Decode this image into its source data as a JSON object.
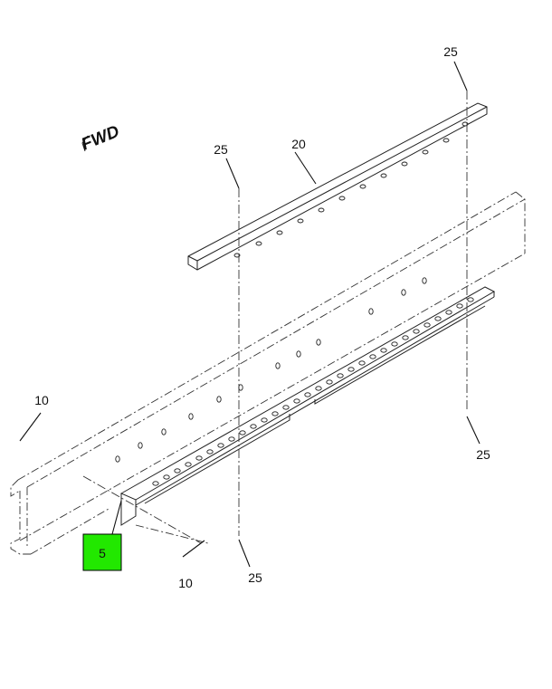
{
  "diagram": {
    "direction_label": "FWD",
    "callouts": {
      "item_5": "5",
      "item_10_upper": "10",
      "item_10_lower": "10",
      "item_20": "20",
      "item_25_top_right": "25",
      "item_25_top_left": "25",
      "item_25_right": "25",
      "item_25_bottom": "25"
    },
    "highlight_color": "#22e800"
  }
}
